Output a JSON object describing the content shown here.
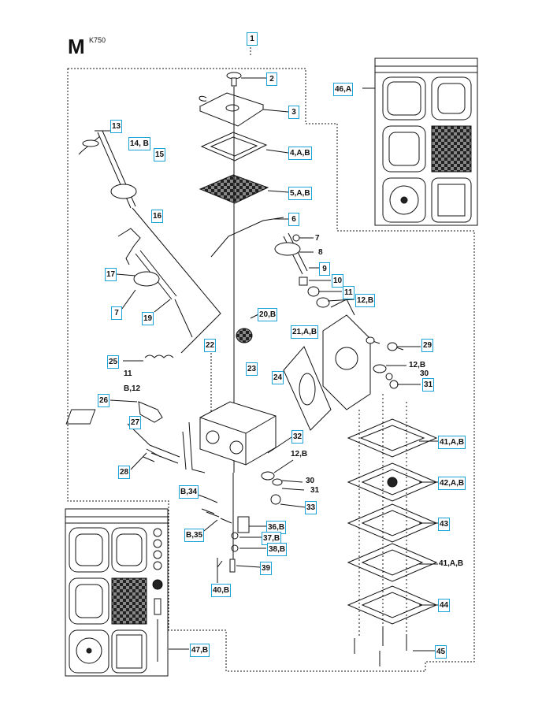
{
  "header": {
    "section_letter": "M",
    "model": "K750"
  },
  "callouts": {
    "c1": "1",
    "c2": "2",
    "c3": "3",
    "c4": "4,A,B",
    "c5": "5,A,B",
    "c6": "6",
    "c7a": "7",
    "c8": "8",
    "c9": "9",
    "c10": "10",
    "c11a": "11",
    "c12a": "12,B",
    "c13": "13",
    "c14": "14, B",
    "c15": "15",
    "c16": "16",
    "c17": "17",
    "c7b": "7",
    "c19": "19",
    "c20": "20,B",
    "c21": "21,A,B",
    "c22": "22",
    "c23": "23",
    "c24": "24",
    "c25": "25",
    "c11b": "11",
    "cb12": "B,12",
    "c26": "26",
    "c27": "27",
    "c28": "28",
    "c29": "29",
    "c12b": "12,B",
    "c30a": "30",
    "c31a": "31",
    "c32": "32",
    "c12c": "12,B",
    "c30b": "30",
    "c31b": "31",
    "c33": "33",
    "c34": "B,34",
    "c35": "B,35",
    "c36": "36,B",
    "c37": "37,B",
    "c38": "38,B",
    "c39": "39",
    "c40": "40,B",
    "c41a": "41,A,B",
    "c42": "42,A,B",
    "c43": "43",
    "c41b": "41,A,B",
    "c44": "44",
    "c45": "45",
    "c46": "46,A",
    "c47": "47,B"
  }
}
